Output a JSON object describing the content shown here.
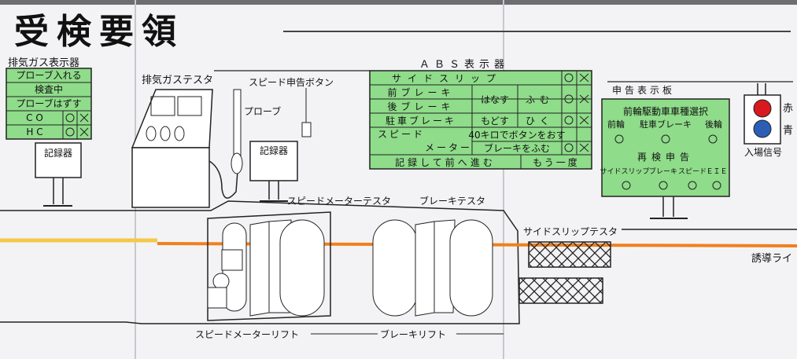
{
  "title": "受検要領",
  "exhaust_display": {
    "heading": "排気ガス表示器",
    "rows": [
      "プローブ入れる",
      "検査中",
      "プローブはずす"
    ],
    "gas_rows": [
      "C O",
      "H C"
    ]
  },
  "exhaust_tester": {
    "label": "排気ガステスタ",
    "probe": "プローブ"
  },
  "speed_button": {
    "label": "スピード申告ボタン"
  },
  "recorder_label": "記録器",
  "abs": {
    "heading": "ＡＢＳ表示器",
    "side_slip": "サイドスリップ",
    "front_brake": "前ブレーキ",
    "rear_brake": "後ブレーキ",
    "release": "はなす",
    "step": "ふむ",
    "parking_brake": "駐車ブレーキ",
    "return": "もどす",
    "pull": "ひく",
    "speed": "スピード",
    "meter": "メーター",
    "press_40": "40キロでボタンをおす",
    "press_brake": "ブレーキをふむ",
    "record_forward": "記録して前へ進む",
    "once_more": "もう一度"
  },
  "declaration": {
    "heading": "申告表示板",
    "line1": "前輪駆動車車種選択",
    "line2a": "前輪",
    "line2b": "駐車ブレーキ",
    "line2c": "後輪",
    "recheck": "再検申告",
    "items": [
      "サイドスリップ",
      "ブレーキ",
      "スピード",
      "ＥＩＥ"
    ]
  },
  "signal": {
    "red": "赤",
    "blue": "青",
    "label": "入場信号"
  },
  "testers": {
    "speed_meter_tester": "スピードメーターテスタ",
    "brake_tester": "ブレーキテスタ",
    "side_slip_tester": "サイドスリップテスタ",
    "speed_meter_lift": "スピードメーターリフト",
    "brake_lift": "ブレーキリフト",
    "guide_line": "誘導ライ"
  },
  "colors": {
    "panel_green": "#8fdc8a",
    "line_orange": "#f0801e",
    "yellow_line": "#f3c94a",
    "board": "#f3f3f6",
    "red_lamp": "#d8191f",
    "blue_lamp": "#2b5fb6"
  }
}
